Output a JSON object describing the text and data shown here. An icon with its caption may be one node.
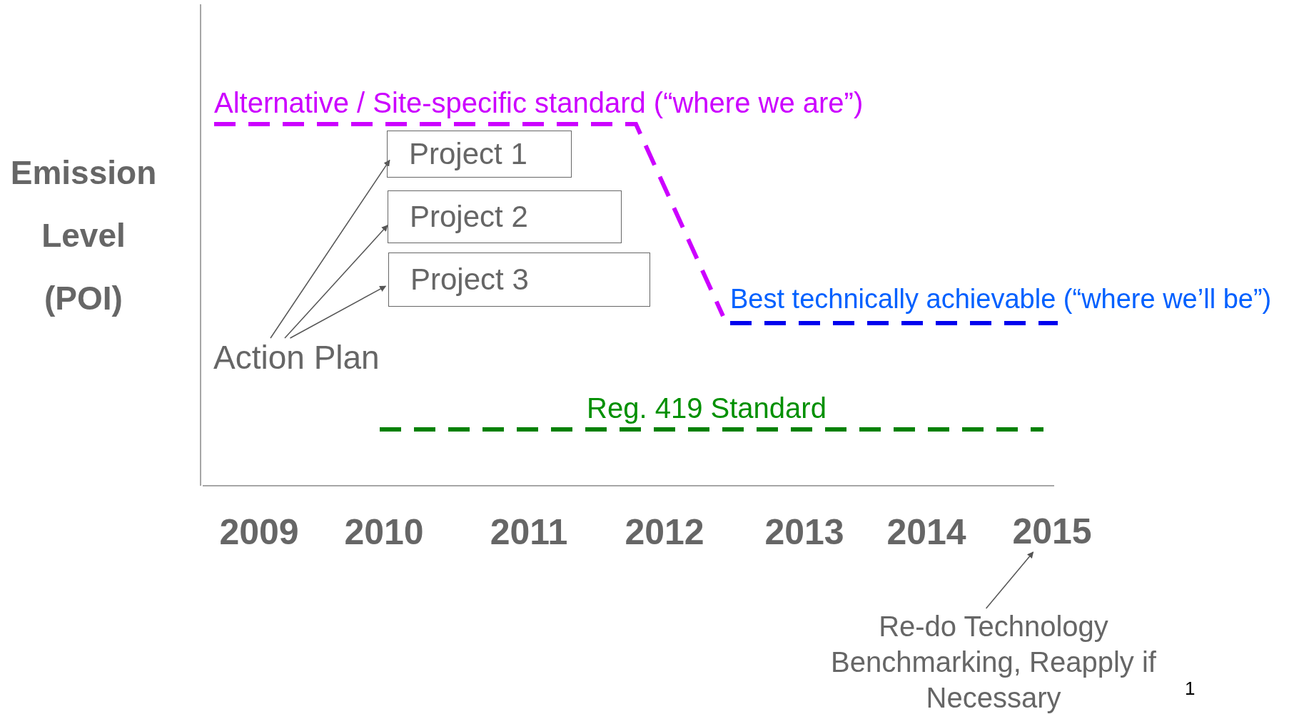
{
  "diagram": {
    "nodes": [
      {
        "text": [
          "Project 1"
        ]
      },
      {
        "text": [
          "Project 2"
        ]
      },
      {
        "text": [
          "Project 3"
        ]
      },
      {
        "text": [
          "Action Plan"
        ]
      },
      {
        "text": [
          "2015"
        ]
      },
      {
        "text": [
          "Re-do Technology Benchmarking, Reapply if Necessary"
        ]
      }
    ],
    "edges": [
      {
        "from": 3,
        "to": 0,
        "arrow": "to"
      },
      {
        "from": 3,
        "to": 1,
        "arrow": "to"
      },
      {
        "from": 3,
        "to": 2,
        "arrow": "to"
      },
      {
        "from": 5,
        "to": 4,
        "arrow": "to"
      }
    ],
    "labels": [
      "Alternative / Site-specific standard (“where we are”)",
      "Emission Level (POI)",
      "Best technically achievable (“where we’ll be”)",
      "Reg. 419 Standard",
      "2009",
      "2010",
      "2011",
      "2012",
      "2013",
      "2014",
      "1"
    ]
  }
}
